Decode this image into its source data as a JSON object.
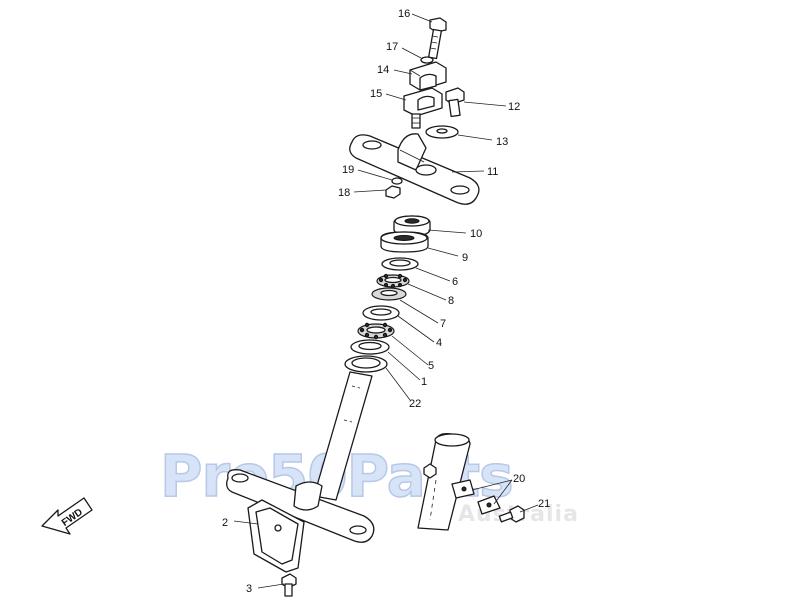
{
  "diagram": {
    "callouts": {
      "c16": "16",
      "c17": "17",
      "c14": "14",
      "c15": "15",
      "c12": "12",
      "c13": "13",
      "c11": "11",
      "c19": "19",
      "c18": "18",
      "c10": "10",
      "c9": "9",
      "c6": "6",
      "c8": "8",
      "c7": "7",
      "c4": "4",
      "c5": "5",
      "c1": "1",
      "c22": "22",
      "c20": "20",
      "c21": "21",
      "c2": "2",
      "c3": "3"
    },
    "fwd_label": "FWD",
    "watermark": {
      "brand": "Pro50Parts",
      "region": "Australia",
      "color": "#c9d8f2"
    }
  }
}
